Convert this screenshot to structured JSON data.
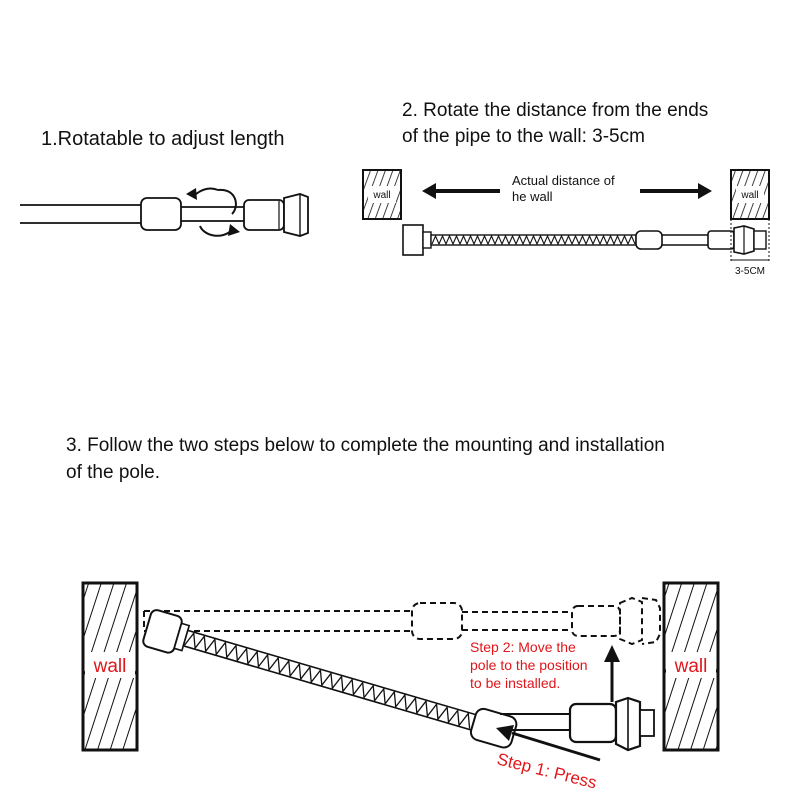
{
  "step1": {
    "title": "1.Rotatable to adjust length"
  },
  "step2": {
    "title_line1": "2. Rotate the distance from the ends",
    "title_line2": "of the pipe to the wall: 3-5cm",
    "distance_label_line1": "Actual distance of",
    "distance_label_line2": "he wall",
    "wall_left": "wall",
    "wall_right": "wall",
    "gap_label": "3-5CM"
  },
  "step3": {
    "title_line1": "3. Follow the two steps below to complete the mounting and installation",
    "title_line2": "of the pole.",
    "wall_left": "wall",
    "wall_right": "wall",
    "step2_note_line1": "Step 2: Move the",
    "step2_note_line2": "pole to the position",
    "step2_note_line3": "to be installed.",
    "step1_note": "Step 1: Press"
  },
  "colors": {
    "ink": "#111111",
    "accent_red": "#e0161b"
  }
}
